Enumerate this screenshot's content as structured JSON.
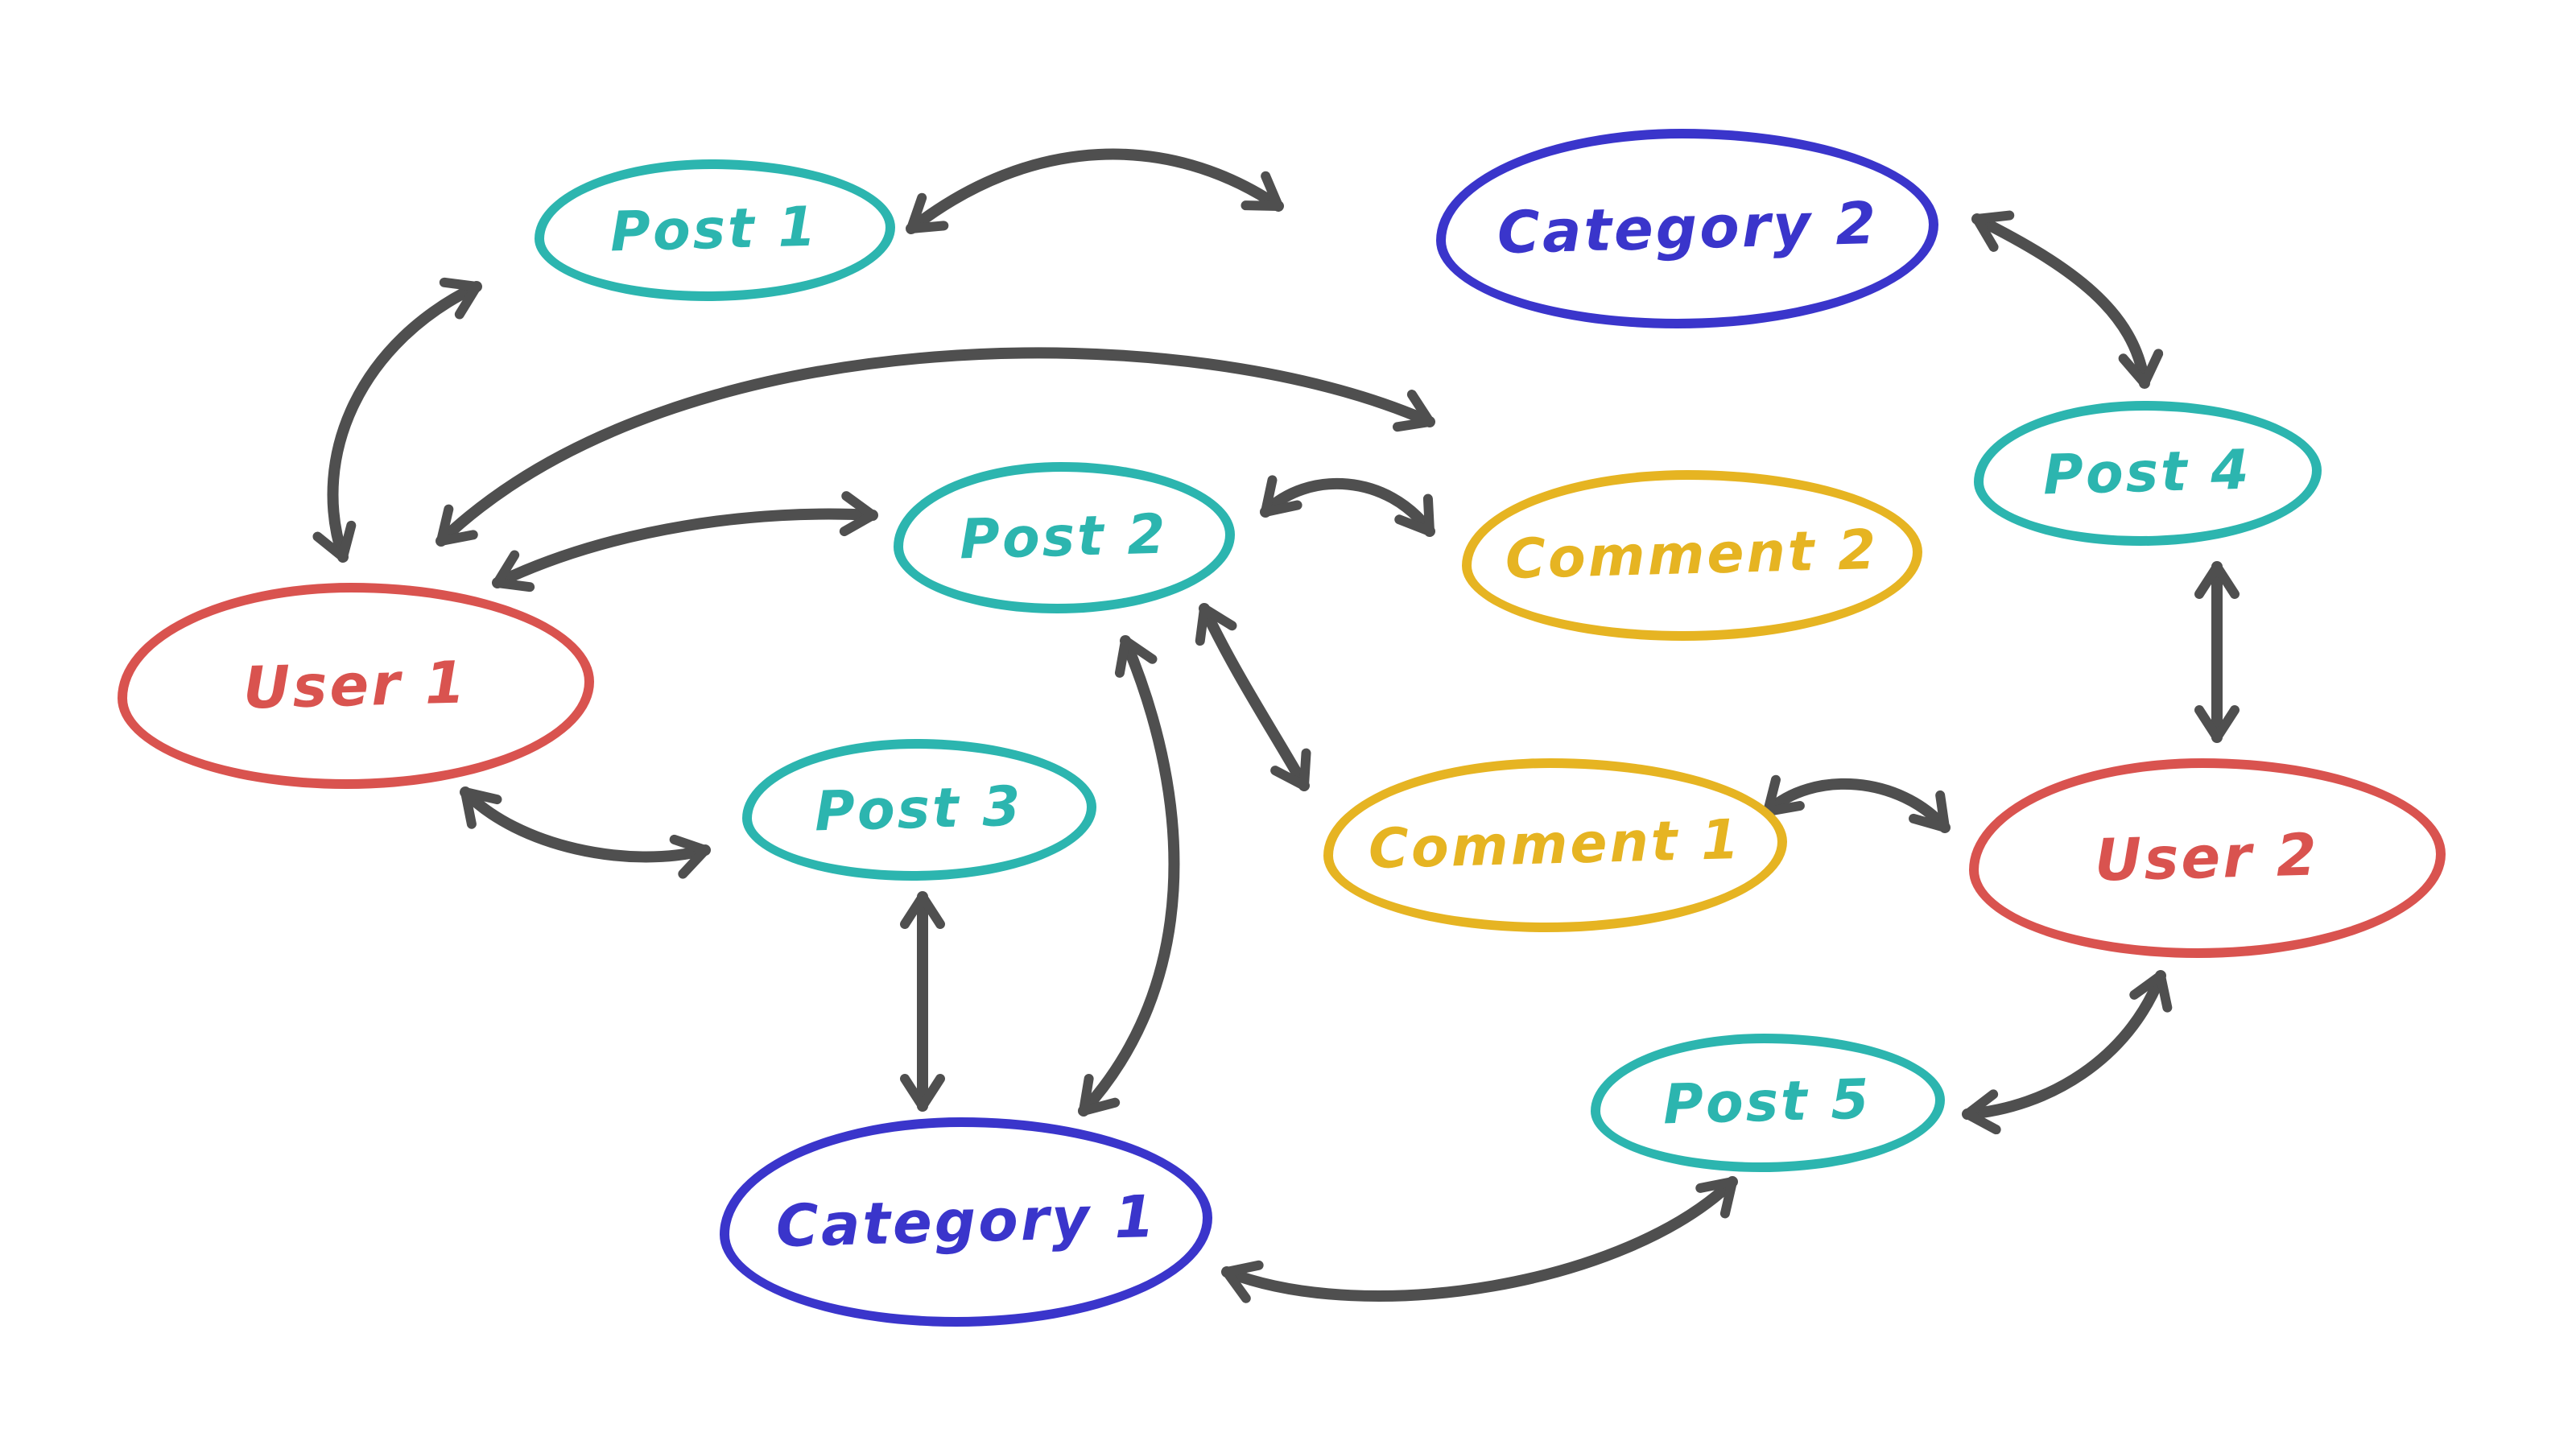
{
  "diagram": {
    "colors": {
      "post": "#2cb5af",
      "category": "#3a35cb",
      "comment": "#e6b422",
      "user": "#d9534f",
      "arrow": "#4f4f4f",
      "background": "#ffffff"
    },
    "nodes": [
      {
        "id": "post-1",
        "label": "Post 1",
        "type": "post",
        "color": "#2cb5af"
      },
      {
        "id": "category-2",
        "label": "Category 2",
        "type": "category",
        "color": "#3a35cb"
      },
      {
        "id": "post-2",
        "label": "Post 2",
        "type": "post",
        "color": "#2cb5af"
      },
      {
        "id": "comment-2",
        "label": "Comment 2",
        "type": "comment",
        "color": "#e6b422"
      },
      {
        "id": "post-4",
        "label": "Post 4",
        "type": "post",
        "color": "#2cb5af"
      },
      {
        "id": "user-1",
        "label": "User 1",
        "type": "user",
        "color": "#d9534f"
      },
      {
        "id": "post-3",
        "label": "Post 3",
        "type": "post",
        "color": "#2cb5af"
      },
      {
        "id": "comment-1",
        "label": "Comment 1",
        "type": "comment",
        "color": "#e6b422"
      },
      {
        "id": "user-2",
        "label": "User 2",
        "type": "user",
        "color": "#d9534f"
      },
      {
        "id": "post-5",
        "label": "Post 5",
        "type": "post",
        "color": "#2cb5af"
      },
      {
        "id": "category-1",
        "label": "Category 1",
        "type": "category",
        "color": "#3a35cb"
      }
    ],
    "edges": [
      {
        "from": "user-1",
        "to": "post-1",
        "style": "bidirectional-curved"
      },
      {
        "from": "post-1",
        "to": "category-2",
        "style": "bidirectional-curved"
      },
      {
        "from": "user-1",
        "to": "comment-2",
        "style": "bidirectional-curved"
      },
      {
        "from": "user-1",
        "to": "post-2",
        "style": "bidirectional-curved"
      },
      {
        "from": "post-2",
        "to": "comment-2",
        "style": "bidirectional-curved"
      },
      {
        "from": "category-2",
        "to": "post-4",
        "style": "bidirectional-curved"
      },
      {
        "from": "post-4",
        "to": "user-2",
        "style": "bidirectional-straight"
      },
      {
        "from": "comment-1",
        "to": "user-2",
        "style": "bidirectional-curved"
      },
      {
        "from": "post-2",
        "to": "comment-1",
        "style": "bidirectional-curved"
      },
      {
        "from": "post-2",
        "to": "category-1",
        "style": "bidirectional-curved"
      },
      {
        "from": "user-1",
        "to": "post-3",
        "style": "bidirectional-curved"
      },
      {
        "from": "post-3",
        "to": "category-1",
        "style": "bidirectional-straight"
      },
      {
        "from": "category-1",
        "to": "post-5",
        "style": "bidirectional-curved"
      },
      {
        "from": "post-5",
        "to": "user-2",
        "style": "bidirectional-curved"
      }
    ]
  }
}
